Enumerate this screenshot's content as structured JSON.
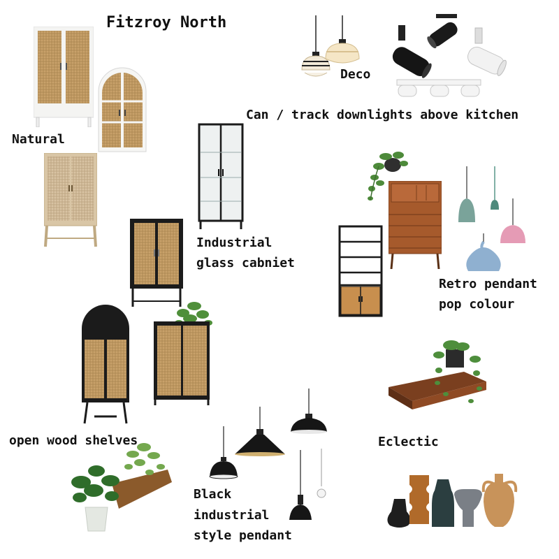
{
  "board": {
    "title": "Fitzroy North",
    "labels": {
      "deco": "Deco",
      "downlights": "Can / track downlights above kitchen",
      "natural": "Natural",
      "industrial_line1": "Industrial",
      "industrial_line2": "glass cabniet",
      "retro_line1": "Retro pendant",
      "retro_line2": "pop colour",
      "shelves": "open wood shelves",
      "eclectic": "Eclectic",
      "black_line1": "Black",
      "black_line2": "industrial",
      "black_line3": "style pendant"
    }
  }
}
